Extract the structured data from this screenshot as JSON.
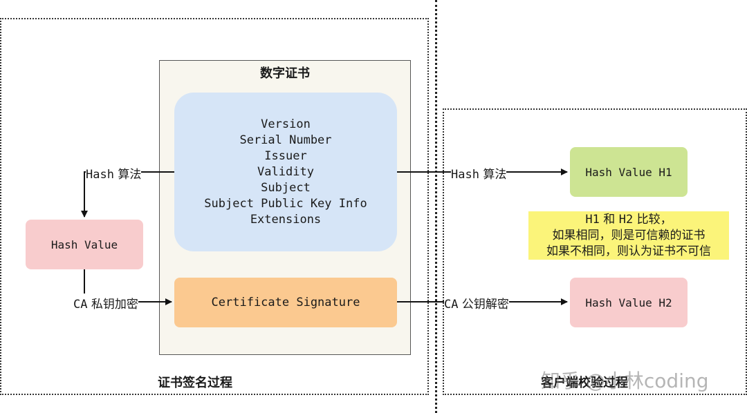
{
  "certificate": {
    "title": "数字证书",
    "fields": [
      "Version",
      "Serial Number",
      "Issuer",
      "Validity",
      "Subject",
      "Subject Public Key Info",
      "Extensions"
    ],
    "signature": "Certificate Signature"
  },
  "left": {
    "hash_label_mono": "Hash",
    "hash_label_cn": "算法",
    "hash_value": "Hash Value",
    "ca_label_mono": "CA",
    "ca_label_cn": "私钥加密",
    "caption": "证书签名过程"
  },
  "right": {
    "hash_label_mono": "Hash",
    "hash_label_cn": "算法",
    "h1": "Hash Value H1",
    "ca_label_mono": "CA",
    "ca_label_cn": "公钥解密",
    "h2": "Hash Value H2",
    "compare": {
      "line1_a": "H1",
      "line1_and": "和",
      "line1_b": "H2",
      "line1_tail": "比较，",
      "line2": "如果相同，则是可信赖的证书",
      "line3": "如果不相同，则认为证书不可信"
    },
    "caption": "客户端校验过程"
  },
  "watermark": "知乎 @小林coding",
  "colors": {
    "cert_bg": "#f8f6ee",
    "fields_bg": "#d6e5f7",
    "signature_bg": "#fbc990",
    "hash_value_bg": "#f8cccd",
    "h1_bg": "#cde493",
    "h2_bg": "#f8cccd",
    "compare_bg": "#fbf47a"
  }
}
